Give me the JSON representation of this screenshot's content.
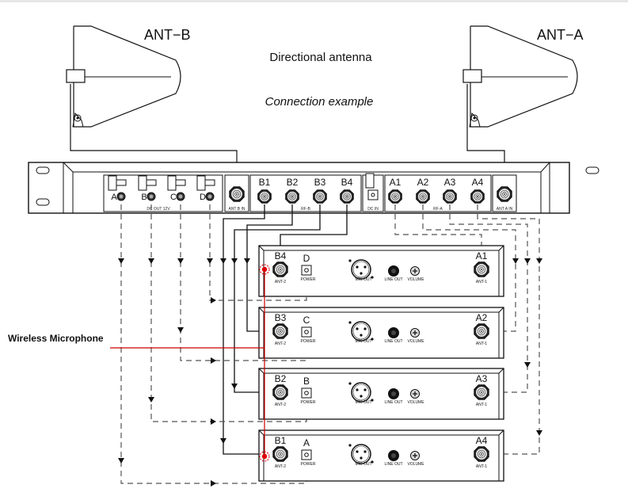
{
  "titles": {
    "main": "Directional antenna",
    "sub": "Connection example"
  },
  "antennas": {
    "left": "ANT−B",
    "right": "ANT−A"
  },
  "callout": {
    "label": "Wireless Microphone",
    "color": "#cc0000"
  },
  "splitter": {
    "dc_outputs": [
      "A",
      "B",
      "C",
      "D"
    ],
    "dc_section_label": "DC OUT 12V",
    "ant_b_in_label": "ANT B IN",
    "rf_b_ports": [
      "B1",
      "B2",
      "B3",
      "B4"
    ],
    "rf_b_label": "RF-B",
    "dc_in_label": "DC IN",
    "rf_a_ports": [
      "A1",
      "A2",
      "A3",
      "A4"
    ],
    "rf_a_label": "RF-A",
    "ant_a_in_label": "ANT A IN"
  },
  "receivers": [
    {
      "power_label": "D",
      "ant2_label": "B4",
      "ant1_label": "A1"
    },
    {
      "power_label": "C",
      "ant2_label": "B3",
      "ant1_label": "A2"
    },
    {
      "power_label": "B",
      "ant2_label": "B2",
      "ant1_label": "A3"
    },
    {
      "power_label": "A",
      "ant2_label": "B1",
      "ant1_label": "A4"
    }
  ],
  "receiver_labels": {
    "ant2": "ANT-2",
    "ant1": "ANT-1",
    "power": "POWER",
    "mic_out": "MIC OUT",
    "line_out": "LINE OUT",
    "volume": "VOLUME"
  },
  "colors": {
    "line": "#111111",
    "dashed": "#555555",
    "highlight": "#e00000"
  }
}
